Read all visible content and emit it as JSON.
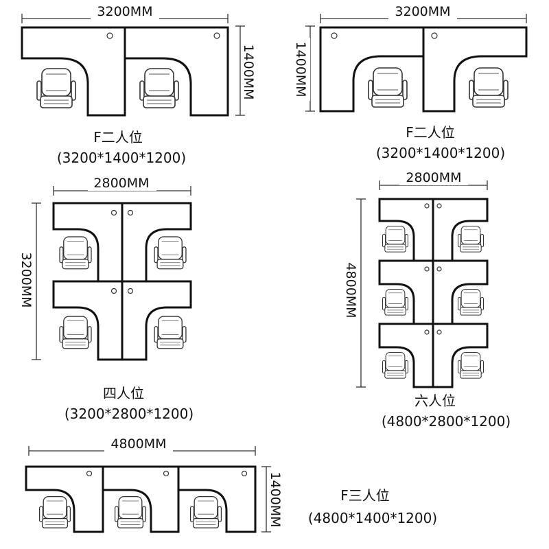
{
  "layouts": [
    {
      "id": "f-two-left",
      "width_label": "3200MM",
      "height_label": "1400MM",
      "name": "F二人位",
      "size": "(3200*1400*1200)"
    },
    {
      "id": "f-two-right",
      "width_label": "3200MM",
      "height_label": "1400MM",
      "name": "F二人位",
      "size": "(3200*1400*1200)"
    },
    {
      "id": "four-seat",
      "width_label": "2800MM",
      "height_label": "3200MM",
      "name": "四人位",
      "size": "(3200*2800*1200)"
    },
    {
      "id": "six-seat",
      "width_label": "2800MM",
      "height_label": "4800MM",
      "name": "六人位",
      "size": "(4800*2800*1200)"
    },
    {
      "id": "f-three",
      "width_label": "4800MM",
      "height_label": "1400MM",
      "name": "F三人位",
      "size": "(4800*1400*1200)"
    }
  ]
}
